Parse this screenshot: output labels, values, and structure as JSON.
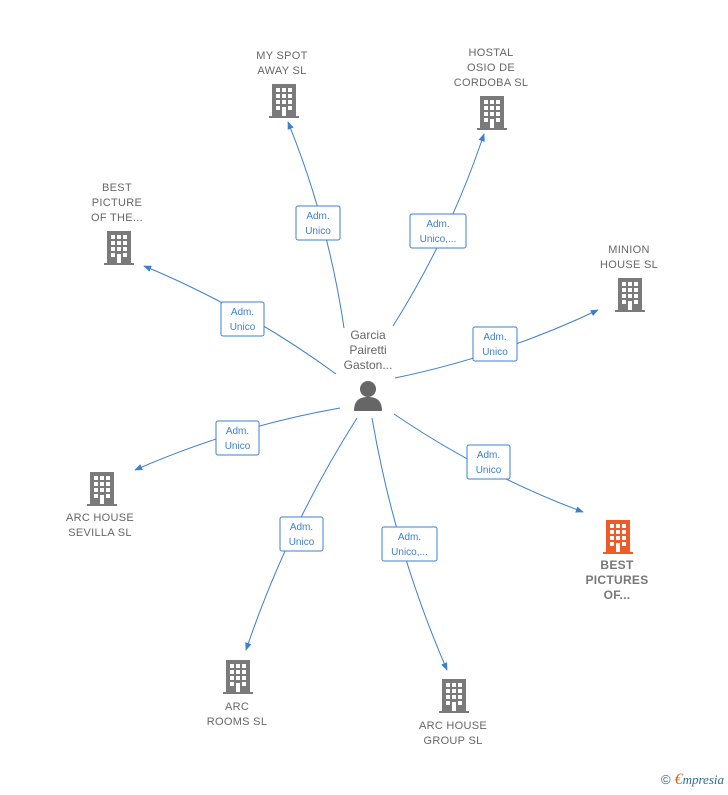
{
  "center": {
    "lines": [
      "Garcia",
      "Pairetti",
      "Gaston..."
    ],
    "icon": "person-icon"
  },
  "colors": {
    "edge": "#3d7fcf",
    "building": "#7a7a7a",
    "highlight": "#f05a28"
  },
  "nodes": [
    {
      "id": "my-spot-away",
      "lines": [
        "MY SPOT",
        "AWAY  SL"
      ],
      "role": [
        "Adm.",
        "Unico"
      ],
      "highlight": false
    },
    {
      "id": "hostal-osio",
      "lines": [
        "HOSTAL",
        "OSIO DE",
        "CORDOBA SL"
      ],
      "role": [
        "Adm.",
        "Unico,..."
      ],
      "highlight": false
    },
    {
      "id": "best-picture-of-the",
      "lines": [
        "BEST",
        "PICTURE",
        "OF THE..."
      ],
      "role": [
        "Adm.",
        "Unico"
      ],
      "highlight": false
    },
    {
      "id": "minion-house",
      "lines": [
        "MINION",
        "HOUSE  SL"
      ],
      "role": [
        "Adm.",
        "Unico"
      ],
      "highlight": false
    },
    {
      "id": "arc-house-sevilla",
      "lines": [
        "ARC HOUSE",
        "SEVILLA  SL"
      ],
      "role": [
        "Adm.",
        "Unico"
      ],
      "highlight": false
    },
    {
      "id": "best-pictures-of",
      "lines": [
        "BEST",
        "PICTURES",
        "OF..."
      ],
      "role": [
        "Adm.",
        "Unico"
      ],
      "highlight": true
    },
    {
      "id": "arc-rooms",
      "lines": [
        "ARC",
        "ROOMS  SL"
      ],
      "role": [
        "Adm.",
        "Unico"
      ],
      "highlight": false
    },
    {
      "id": "arc-house-group",
      "lines": [
        "ARC HOUSE",
        "GROUP  SL"
      ],
      "role": [
        "Adm.",
        "Unico,..."
      ],
      "highlight": false
    }
  ],
  "footer": {
    "symbol": "©",
    "brand_initial": "€",
    "brand_rest": "mpresia"
  }
}
